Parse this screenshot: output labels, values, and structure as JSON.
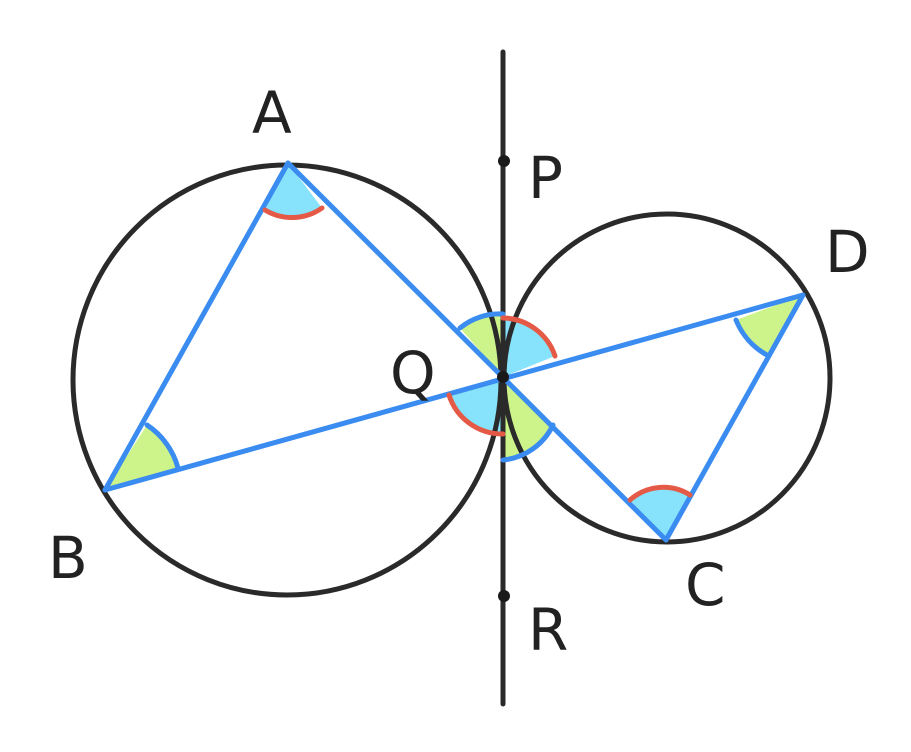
{
  "diagram": {
    "labels": {
      "A": "A",
      "B": "B",
      "C": "C",
      "D": "D",
      "P": "P",
      "Q": "Q",
      "R": "R"
    },
    "colors": {
      "circle": "#2a2a2a",
      "tangent": "#2a2a2a",
      "triangle": "#3b8cf0",
      "angle_blue": "#86e3fb",
      "angle_green": "#cdf48a",
      "arc_red": "#e55a47",
      "arc_blue": "#3b8cf0"
    }
  }
}
